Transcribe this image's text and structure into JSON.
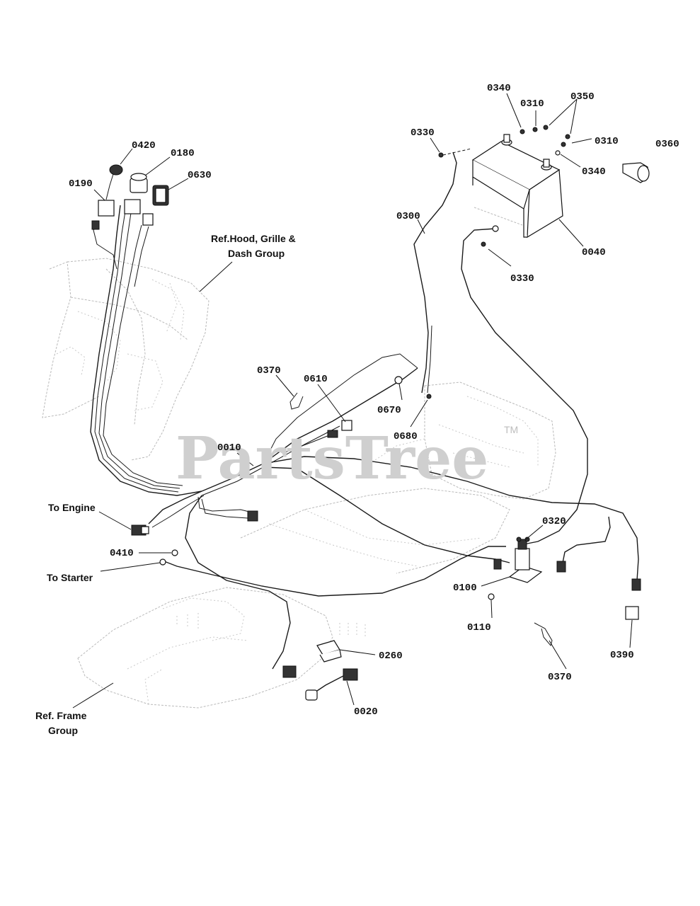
{
  "watermark": {
    "text": "PartsTree",
    "trademark": "TM"
  },
  "part_numbers": {
    "p0340a": "0340",
    "p0310a": "0310",
    "p0350": "0350",
    "p0330a": "0330",
    "p0310b": "0310",
    "p0360": "0360",
    "p0340b": "0340",
    "p0420": "0420",
    "p0180": "0180",
    "p0630": "0630",
    "p0190": "0190",
    "p0300": "0300",
    "p0040": "0040",
    "p0330b": "0330",
    "p0370a": "0370",
    "p0610": "0610",
    "p0670": "0670",
    "p0680": "0680",
    "p0010": "0010",
    "p0320": "0320",
    "p0410": "0410",
    "p0100": "0100",
    "p0110": "0110",
    "p0260": "0260",
    "p0390": "0390",
    "p0370b": "0370",
    "p0020": "0020"
  },
  "references": {
    "hood_line1": "Ref.Hood, Grille &",
    "hood_line2": "Dash Group",
    "to_engine": "To Engine",
    "to_starter": "To Starter",
    "frame_line1": "Ref. Frame",
    "frame_line2": "Group"
  }
}
